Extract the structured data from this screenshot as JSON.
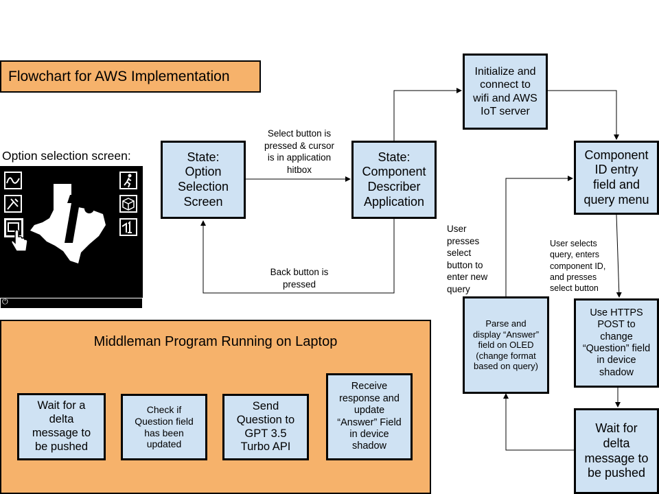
{
  "title": "Flowchart for AWS Implementation",
  "option_screen_label": "Option selection screen:",
  "nodes": {
    "option_selection": "State:\nOption\nSelection\nScreen",
    "component_describer": "State:\nComponent\nDescriber\nApplication",
    "initialize_connect": "Initialize and\nconnect to\nwifi and AWS\nIoT server",
    "component_id_entry": "Component\nID entry\nfield and\nquery menu",
    "https_post": "Use HTTPS\nPOST to\nchange\n“Question” field\nin device\nshadow",
    "wait_delta_right": "Wait for\ndelta\nmessage to\nbe pushed",
    "parse_display": "Parse and\ndisplay “Answer”\nfield on OLED\n(change format\nbased on query)"
  },
  "edge_labels": {
    "select_pressed": "Select button is\npressed & cursor\nis in application\nhitbox",
    "back_pressed": "Back button is\npressed",
    "user_presses_select": "User\npresses\nselect\nbutton to\nenter new\nquery",
    "user_selects_query": "User selects\nquery, enters\ncomponent ID,\nand presses\nselect button"
  },
  "middleman": {
    "title": "Middleman Program Running on Laptop",
    "steps": [
      "Wait for a\ndelta\nmessage to\nbe pushed",
      "Check if\nQuestion field\nhas been\nupdated",
      "Send\nQuestion to\nGPT 3.5\nTurbo API",
      "Receive\nresponse and\nupdate\n“Answer” Field\nin device\nshadow"
    ]
  },
  "colors": {
    "node_fill": "#cfe2f3",
    "panel_fill": "#f6b26b",
    "line": "#000000"
  }
}
